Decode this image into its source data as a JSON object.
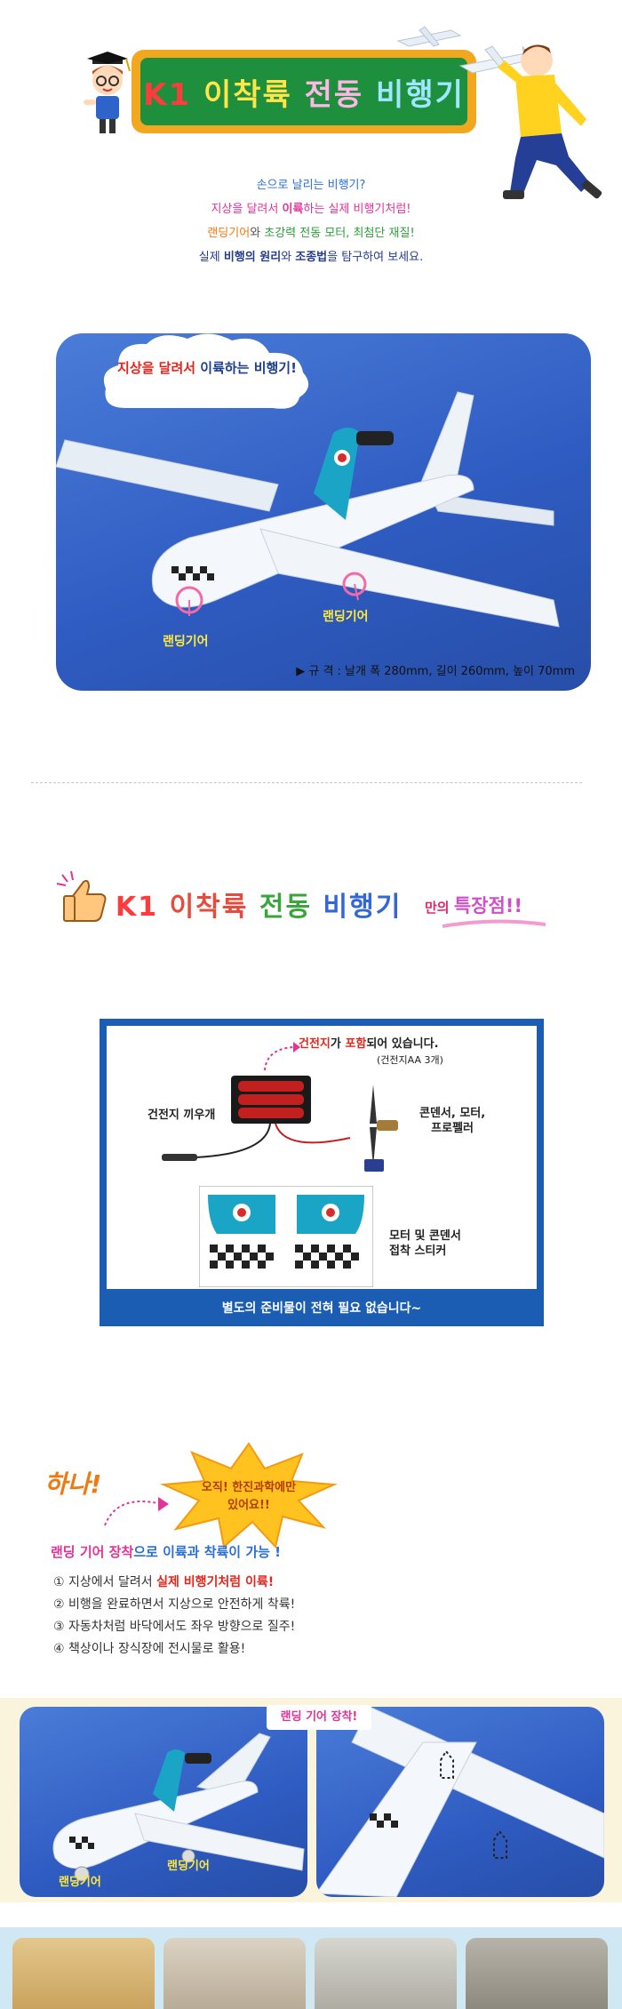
{
  "title": {
    "k1": "K1",
    "w1": "이착륙",
    "w2": "전동",
    "w3": "비행기"
  },
  "intro": {
    "line1": "손으로 날리는 비행기?",
    "line2a": "지상을 달려서 ",
    "line2b": "이륙",
    "line2c": "하는 실제 비행기처럼!",
    "line3a": "랜딩기어",
    "line3b": "와 ",
    "line3c": "초강력 전동 모터",
    "line3d": ", 최첨단 재질!",
    "line4a": "실제 ",
    "line4b": "비행의 원리",
    "line4c": "와 ",
    "line4d": "조종법",
    "line4e": "을 탐구하여 보세요."
  },
  "photo1": {
    "cloud_a": "지상을 달려서",
    "cloud_b": " 이륙하는 비행기!",
    "gear_left": "랜딩기어",
    "gear_right": "랜딩기어",
    "spec": "▶ 규 격 : 날개 폭 280mm, 길이 260mm, 높이 70mm"
  },
  "features": {
    "title_k1": "K1",
    "title_w1": "이착륙",
    "title_w2": "전동",
    "title_w3": "비행기",
    "suffix_a": "만의 ",
    "suffix_b": "특장점!!"
  },
  "kit": {
    "battery_note_a": "건전지",
    "battery_note_b": "가 ",
    "battery_note_c": "포함",
    "battery_note_d": "되어 있습니다.",
    "battery_sub": "(건전지AA 3개)",
    "holder": "건전지 끼우개",
    "motor_line1": "콘덴서, 모터,",
    "motor_line2": "프로펠러",
    "sticker_line1": "모터 및 콘덴서",
    "sticker_line2": "접착 스티커",
    "footer": "별도의 준비물이 전혀 필요 없습니다~"
  },
  "section1": {
    "hana": "하나!",
    "star_line1": "오직! 한진과학에만",
    "star_line2": "있어요!!",
    "gear_a": "랜딩 기어 장착",
    "gear_b": "으로 이륙과 착륙이 가능 !",
    "p1a": "① 지상에서 달려서 ",
    "p1b": "실제 비행기처럼 이륙!",
    "p2": "② 비행을 완료하면서 지상으로 안전하게 착륙!",
    "p3": "③ 자동차처럼 바닥에서도 좌우 방향으로 질주!",
    "p4": "④ 책상이나 장식장에 전시물로 활용!",
    "band_tag": "랜딩 기어 장착!",
    "pl_gear1": "랜딩기어",
    "pl_gear2": "랜딩기어"
  },
  "colors": {
    "banner_orange": "#f2a81e",
    "banner_green": "#1e8f3d",
    "photo_blue": "#2f5cc2",
    "kit_blue": "#1a5db3"
  }
}
